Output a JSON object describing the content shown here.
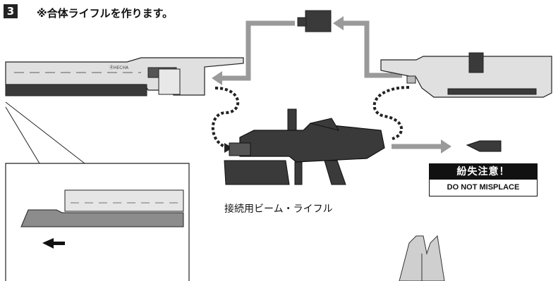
{
  "step": {
    "number": "3",
    "title": "※合体ライフルを作ります。"
  },
  "parts": {
    "gun_label": "接続用ビーム・ライフル",
    "left_part_marking": "ⓇHECHA"
  },
  "warning": {
    "japanese": "紛失注意！",
    "english": "DO NOT MISPLACE"
  },
  "colors": {
    "arrow_gray": "#9a9a9a",
    "part_light": "#d9d9d9",
    "part_dark": "#3a3a3a",
    "detail_gray": "#8c8c8c"
  }
}
